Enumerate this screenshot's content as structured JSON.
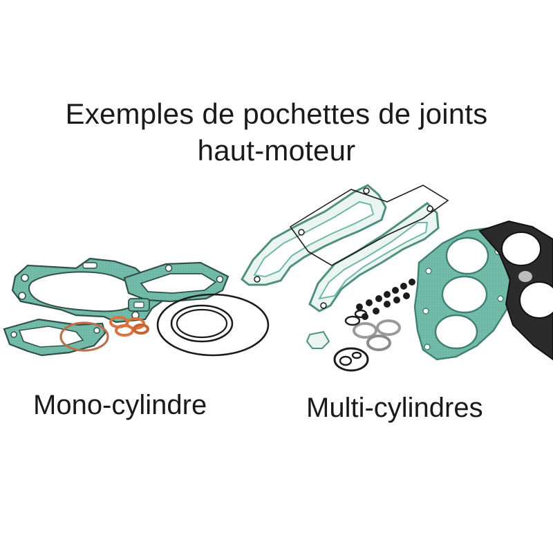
{
  "title": {
    "line1": "Exemples de pochettes de joints",
    "line2": "haut-moteur"
  },
  "captions": {
    "mono": "Mono-cylindre",
    "multi": "Multi-cylindres"
  },
  "colors": {
    "gasket_green": "#6fb8a6",
    "gasket_green_dark": "#3f7f72",
    "gasket_black": "#1b1b1b",
    "gasket_orange": "#d9733d",
    "copper": "#b77050",
    "metal_gray": "#9a9a98",
    "background": "#ffffff"
  },
  "images": {
    "mono_gaskets": "mono-cylinder gasket kit illustration",
    "multi_gaskets": "multi-cylinder gasket kit illustration"
  }
}
